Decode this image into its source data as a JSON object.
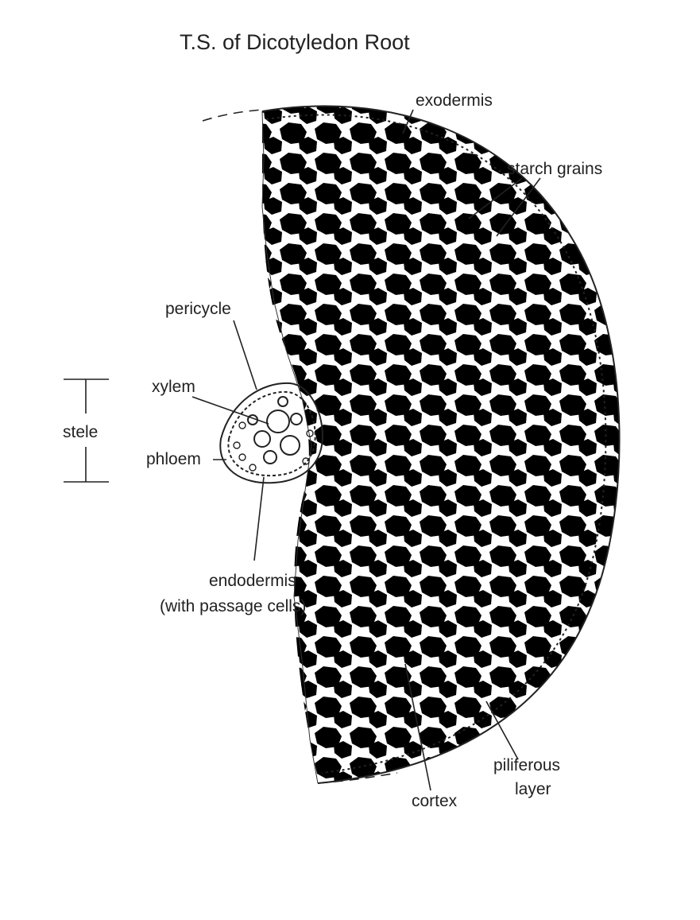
{
  "title": "T.S. of Dicotyledon Root",
  "labels": {
    "exodermis": "exodermis",
    "starch_grains": "starch grains",
    "pericycle": "pericycle",
    "xylem": "xylem",
    "stele": "stele",
    "phloem": "phloem",
    "endodermis_line1": "endodermis",
    "endodermis_line2": "(with passage cells)",
    "piliferous_line1": "piliferous",
    "piliferous_line2": "layer",
    "cortex": "cortex"
  },
  "colors": {
    "ink": "#222222",
    "background": "#ffffff"
  }
}
